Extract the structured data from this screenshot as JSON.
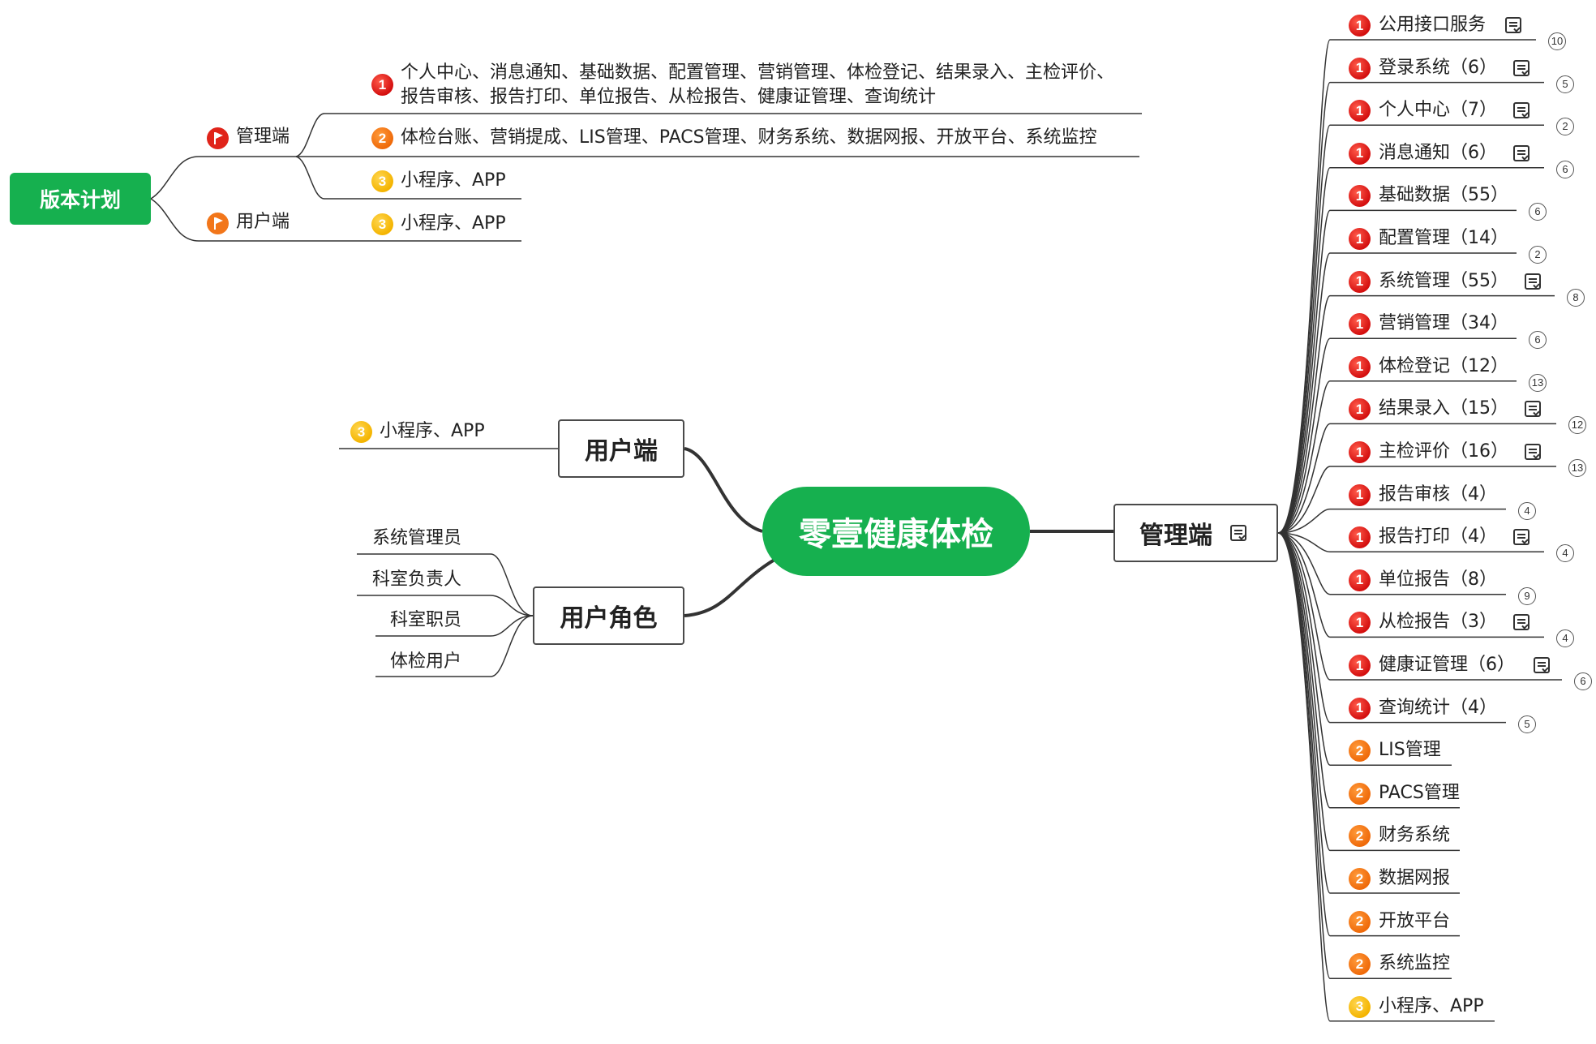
{
  "root": {
    "title": "零壹健康体检"
  },
  "plan": {
    "title": "版本计划",
    "branches": [
      {
        "label": "管理端",
        "flag_color": "#e0241a",
        "items": [
          {
            "priority": "1",
            "lines": [
              "个人中心、消息通知、基础数据、配置管理、营销管理、体检登记、结果录入、主检评价、",
              "报告审核、报告打印、单位报告、从检报告、健康证管理、查询统计"
            ]
          },
          {
            "priority": "2",
            "lines": [
              "体检台账、营销提成、LIS管理、PACS管理、财务系统、数据网报、开放平台、系统监控"
            ]
          },
          {
            "priority": "3",
            "lines": [
              "小程序、APP"
            ]
          }
        ]
      },
      {
        "label": "用户端",
        "flag_color": "#f2761a",
        "items": [
          {
            "priority": "3",
            "lines": [
              "小程序、APP"
            ]
          }
        ]
      }
    ]
  },
  "user_client": {
    "title": "用户端",
    "child": {
      "priority": "3",
      "label": "小程序、APP"
    }
  },
  "user_roles": {
    "title": "用户角色",
    "roles": [
      "系统管理员",
      "科室负责人",
      "科室职员",
      "体检用户"
    ]
  },
  "admin": {
    "title": "管理端",
    "modules": [
      {
        "priority": "1",
        "label": "公用接口服务",
        "note": true,
        "count": "10"
      },
      {
        "priority": "1",
        "label": "登录系统（6）",
        "note": true,
        "count": "5"
      },
      {
        "priority": "1",
        "label": "个人中心（7）",
        "note": true,
        "count": "2"
      },
      {
        "priority": "1",
        "label": "消息通知（6）",
        "note": true,
        "count": "6"
      },
      {
        "priority": "1",
        "label": "基础数据（55）",
        "note": false,
        "count": "6"
      },
      {
        "priority": "1",
        "label": "配置管理（14）",
        "note": false,
        "count": "2"
      },
      {
        "priority": "1",
        "label": "系统管理（55）",
        "note": true,
        "count": "8"
      },
      {
        "priority": "1",
        "label": "营销管理（34）",
        "note": false,
        "count": "6"
      },
      {
        "priority": "1",
        "label": "体检登记（12）",
        "note": false,
        "count": "13"
      },
      {
        "priority": "1",
        "label": "结果录入（15）",
        "note": true,
        "count": "12"
      },
      {
        "priority": "1",
        "label": "主检评价（16）",
        "note": true,
        "count": "13"
      },
      {
        "priority": "1",
        "label": "报告审核（4）",
        "note": false,
        "count": "4"
      },
      {
        "priority": "1",
        "label": "报告打印（4）",
        "note": true,
        "count": "4"
      },
      {
        "priority": "1",
        "label": "单位报告（8）",
        "note": false,
        "count": "9"
      },
      {
        "priority": "1",
        "label": "从检报告（3）",
        "note": true,
        "count": "4"
      },
      {
        "priority": "1",
        "label": "健康证管理（6）",
        "note": true,
        "count": "6"
      },
      {
        "priority": "1",
        "label": "查询统计（4）",
        "note": false,
        "count": "5"
      },
      {
        "priority": "2",
        "label": "LIS管理",
        "note": false,
        "count": ""
      },
      {
        "priority": "2",
        "label": "PACS管理",
        "note": false,
        "count": ""
      },
      {
        "priority": "2",
        "label": "财务系统",
        "note": false,
        "count": ""
      },
      {
        "priority": "2",
        "label": "数据网报",
        "note": false,
        "count": ""
      },
      {
        "priority": "2",
        "label": "开放平台",
        "note": false,
        "count": ""
      },
      {
        "priority": "2",
        "label": "系统监控",
        "note": false,
        "count": ""
      },
      {
        "priority": "3",
        "label": "小程序、APP",
        "note": false,
        "count": ""
      }
    ]
  }
}
